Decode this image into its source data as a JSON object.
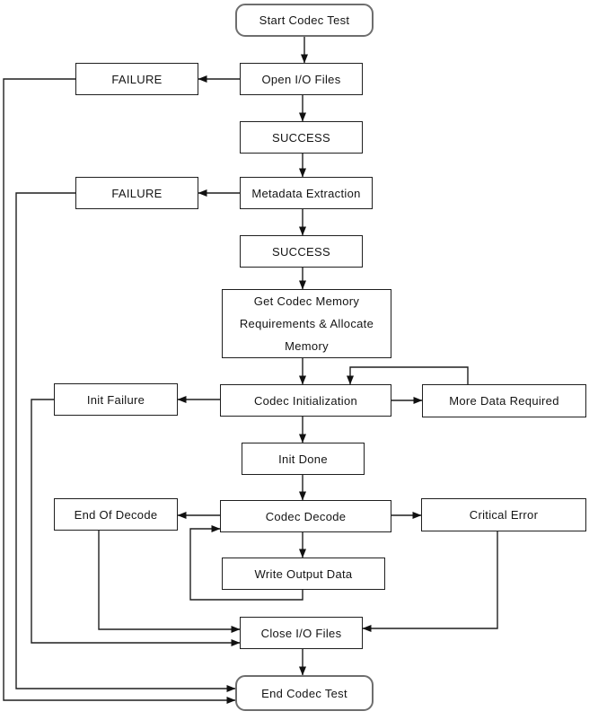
{
  "diagram": {
    "type": "flowchart",
    "nodes": {
      "start": {
        "label": "Start Codec Test",
        "shape": "terminator"
      },
      "open_io": {
        "label": "Open I/O Files",
        "shape": "process"
      },
      "failure_open": {
        "label": "FAILURE",
        "shape": "process"
      },
      "success_open": {
        "label": "SUCCESS",
        "shape": "process"
      },
      "metadata": {
        "label": "Metadata Extraction",
        "shape": "process"
      },
      "failure_metadata": {
        "label": "FAILURE",
        "shape": "process"
      },
      "success_metadata": {
        "label": "SUCCESS",
        "shape": "process"
      },
      "get_memory": {
        "label": "Get Codec Memory Requirements & Allocate Memory",
        "shape": "process"
      },
      "codec_init": {
        "label": "Codec Initialization",
        "shape": "process"
      },
      "init_failure": {
        "label": "Init Failure",
        "shape": "process"
      },
      "more_data": {
        "label": "More Data Required",
        "shape": "process"
      },
      "init_done": {
        "label": "Init Done",
        "shape": "process"
      },
      "codec_decode": {
        "label": "Codec Decode",
        "shape": "process"
      },
      "end_of_decode": {
        "label": "End Of Decode",
        "shape": "process"
      },
      "critical_error": {
        "label": "Critical Error",
        "shape": "process"
      },
      "write_output": {
        "label": "Write Output Data",
        "shape": "process"
      },
      "close_io": {
        "label": "Close I/O Files",
        "shape": "process"
      },
      "end": {
        "label": "End Codec Test",
        "shape": "terminator"
      }
    },
    "edges": [
      {
        "from": "start",
        "to": "open_io"
      },
      {
        "from": "open_io",
        "to": "failure_open"
      },
      {
        "from": "open_io",
        "to": "success_open"
      },
      {
        "from": "success_open",
        "to": "metadata"
      },
      {
        "from": "metadata",
        "to": "failure_metadata"
      },
      {
        "from": "metadata",
        "to": "success_metadata"
      },
      {
        "from": "success_metadata",
        "to": "get_memory"
      },
      {
        "from": "get_memory",
        "to": "codec_init"
      },
      {
        "from": "codec_init",
        "to": "init_failure"
      },
      {
        "from": "codec_init",
        "to": "more_data"
      },
      {
        "from": "more_data",
        "to": "codec_init"
      },
      {
        "from": "codec_init",
        "to": "init_done"
      },
      {
        "from": "init_done",
        "to": "codec_decode"
      },
      {
        "from": "codec_decode",
        "to": "end_of_decode"
      },
      {
        "from": "codec_decode",
        "to": "critical_error"
      },
      {
        "from": "codec_decode",
        "to": "write_output"
      },
      {
        "from": "write_output",
        "to": "codec_decode"
      },
      {
        "from": "end_of_decode",
        "to": "close_io"
      },
      {
        "from": "init_failure",
        "to": "close_io"
      },
      {
        "from": "critical_error",
        "to": "close_io"
      },
      {
        "from": "close_io",
        "to": "end"
      },
      {
        "from": "failure_metadata",
        "to": "end"
      },
      {
        "from": "failure_open",
        "to": "end"
      }
    ],
    "colors": {
      "background": "#ffffff",
      "box_fill": "#ffffff",
      "box_border": "#1f1f1f",
      "terminator_border": "#6e6e6e",
      "line": "#1f1f1f",
      "text": "#141414"
    }
  }
}
